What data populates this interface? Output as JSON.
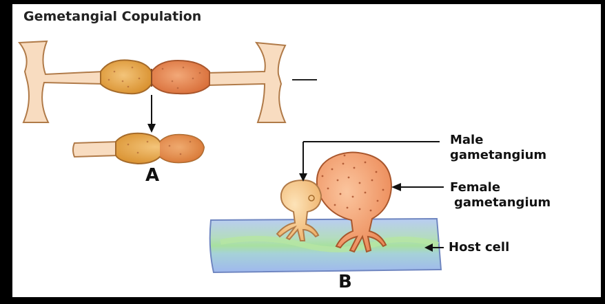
{
  "title": "Gemetangial Copulation",
  "label_a": "A",
  "label_b": "B",
  "male_line1": "Male",
  "male_line2": "gametangium",
  "female_line1": "Female",
  "female_line2": "gametangium",
  "host_cell": "Host cell",
  "colors": {
    "hypha": "#f8dcc0",
    "hypha_stroke": "#b07a48",
    "gametangium_left": "#e5a54a",
    "gametangium_right": "#e48a55",
    "female": "#f2a070",
    "male": "#f6c78c",
    "host_blue": "#a7c6ee",
    "host_green": "#a6dc9a"
  }
}
